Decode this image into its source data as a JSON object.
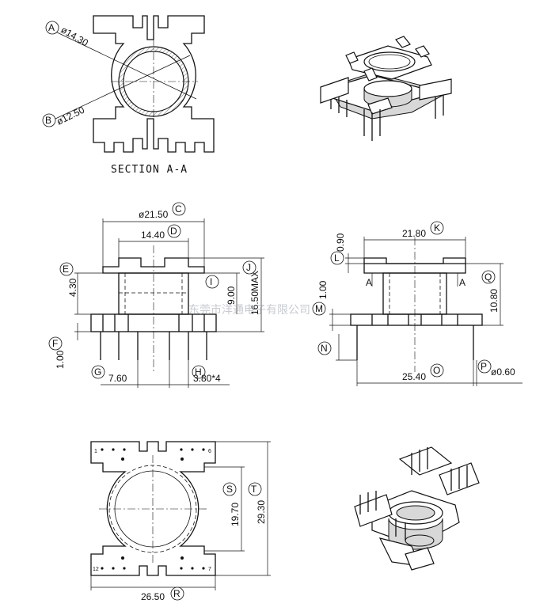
{
  "section": {
    "title": "SECTION A-A",
    "d_outer": "ø14.30",
    "d_inner": "ø12.50"
  },
  "front": {
    "C": "ø21.50",
    "D": "14.40",
    "E": "4.30",
    "F": "1.00",
    "G": "7.60",
    "H": "3.80*4",
    "I": "9.00",
    "J": "16.50MAX"
  },
  "side": {
    "K": "21.80",
    "L": "0.90",
    "M": "1.00",
    "N": "",
    "O": "25.40",
    "P": "ø0.60",
    "Q": "10.80",
    "section_mark": "A"
  },
  "bottom": {
    "R": "26.50",
    "S": "19.70",
    "T": "29.30",
    "pin1": "1",
    "pin6": "6",
    "pin7": "7",
    "pin12": "12"
  },
  "letters": [
    "A",
    "B",
    "C",
    "D",
    "E",
    "F",
    "G",
    "H",
    "I",
    "J",
    "K",
    "L",
    "M",
    "N",
    "O",
    "P",
    "Q",
    "R",
    "S",
    "T"
  ],
  "watermark": "东莞市洋通电子有限公司"
}
